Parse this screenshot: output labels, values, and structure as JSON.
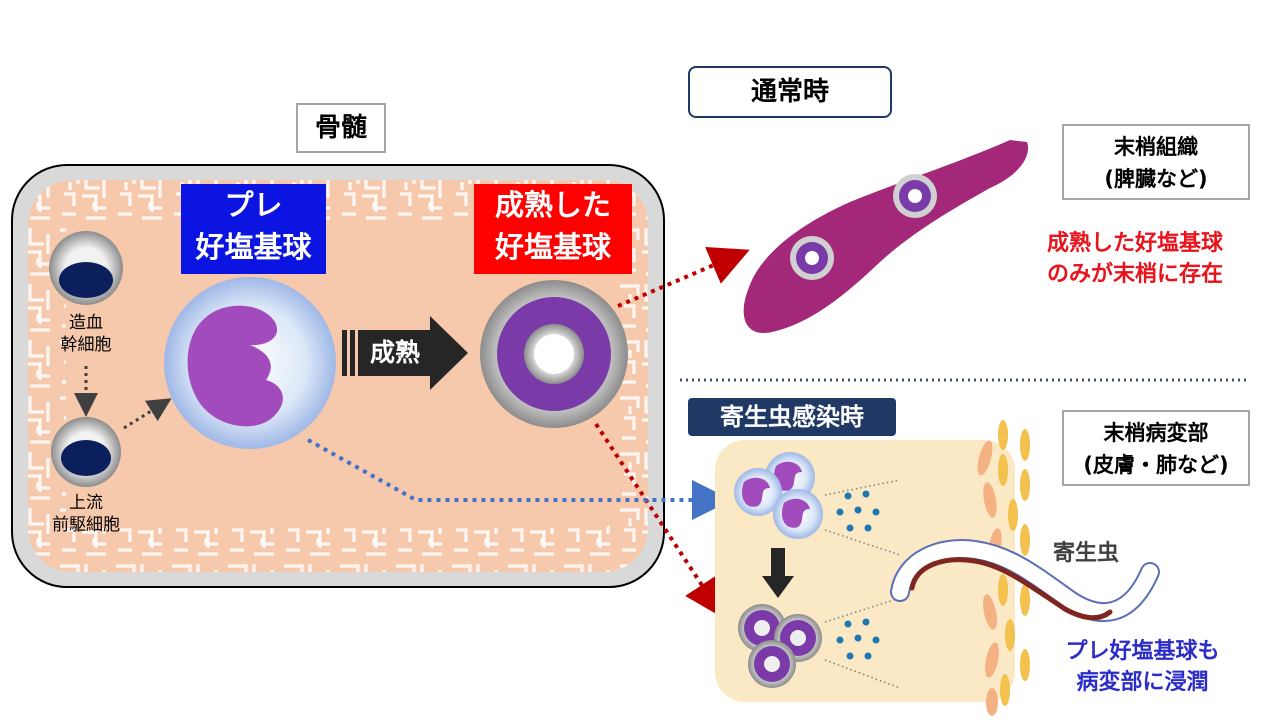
{
  "bone_marrow": {
    "title": "骨髄",
    "stem_cell_label": [
      "造血",
      "幹細胞"
    ],
    "progenitor_label": [
      "上流",
      "前駆細胞"
    ],
    "pre_basophil_label": [
      "プレ",
      "好塩基球"
    ],
    "mature_basophil_label": [
      "成熟した",
      "好塩基球"
    ],
    "maturation_label": "成熟"
  },
  "normal": {
    "header": "通常時",
    "tissue_label": [
      "末梢組織",
      "(脾臓など)"
    ],
    "note": [
      "成熟した好塩基球",
      "のみが末梢に存在"
    ]
  },
  "infection": {
    "header": "寄生虫感染時",
    "lesion_label": [
      "末梢病変部",
      "(皮膚・肺など)"
    ],
    "parasite_label": "寄生虫",
    "note": [
      "プレ好塩基球も",
      "病変部に浸潤"
    ]
  },
  "colors": {
    "marrow_fill": "#f6c9ad",
    "pre_label_bg": "#0b14e0",
    "mature_label_bg": "#ff0000",
    "spleen": "#a3287a",
    "basophil_purple": "#7a3aa8",
    "red_text": "#e8131b",
    "blue_text": "#2c2cc8",
    "navy_header": "#1f3864"
  }
}
